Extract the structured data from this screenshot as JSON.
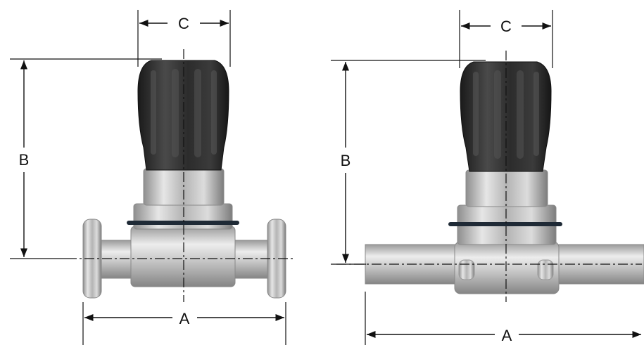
{
  "figures": [
    {
      "variant": "clamp-end",
      "dimensions": {
        "top": "C",
        "side": "B",
        "bottom": "A"
      }
    },
    {
      "variant": "butt-weld-end",
      "dimensions": {
        "top": "C",
        "side": "B",
        "bottom": "A"
      }
    }
  ],
  "colors": {
    "handknob": "#2e2e2e",
    "body": "#c9c9c9",
    "seal_ring": "#1f2a36",
    "lines": "#111111"
  }
}
